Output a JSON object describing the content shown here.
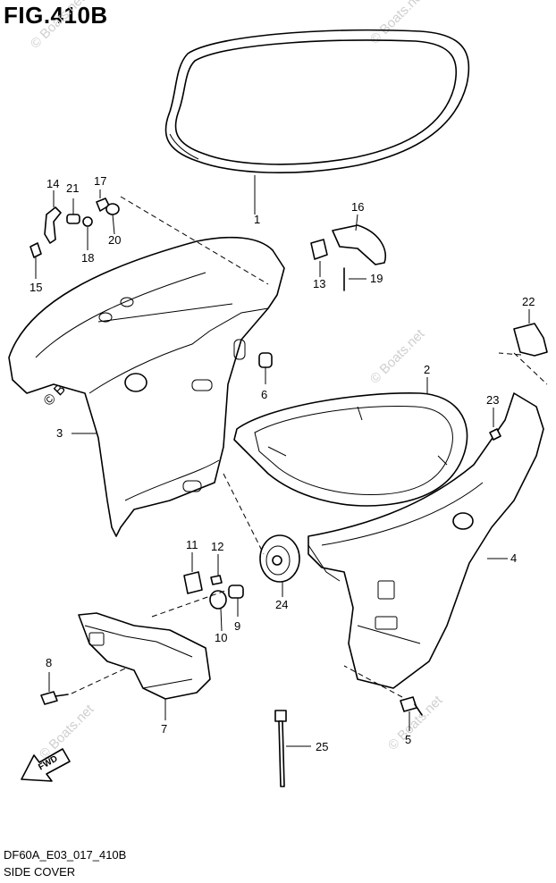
{
  "figure_title": "FIG.410B",
  "diagram_code": "DF60A_E03_017_410B",
  "caption": "SIDE COVER",
  "watermarks": [
    "© Boats.net",
    "© Boats.net",
    "© Boats.net",
    "© Boats.net",
    "© Boats.net",
    "© Boats.net"
  ],
  "fwd_label": "FWD",
  "callouts": [
    "1",
    "2",
    "3",
    "4",
    "5",
    "6",
    "7",
    "8",
    "9",
    "10",
    "11",
    "12",
    "13",
    "14",
    "15",
    "16",
    "17",
    "18",
    "19",
    "20",
    "21",
    "22",
    "23",
    "24",
    "25"
  ]
}
